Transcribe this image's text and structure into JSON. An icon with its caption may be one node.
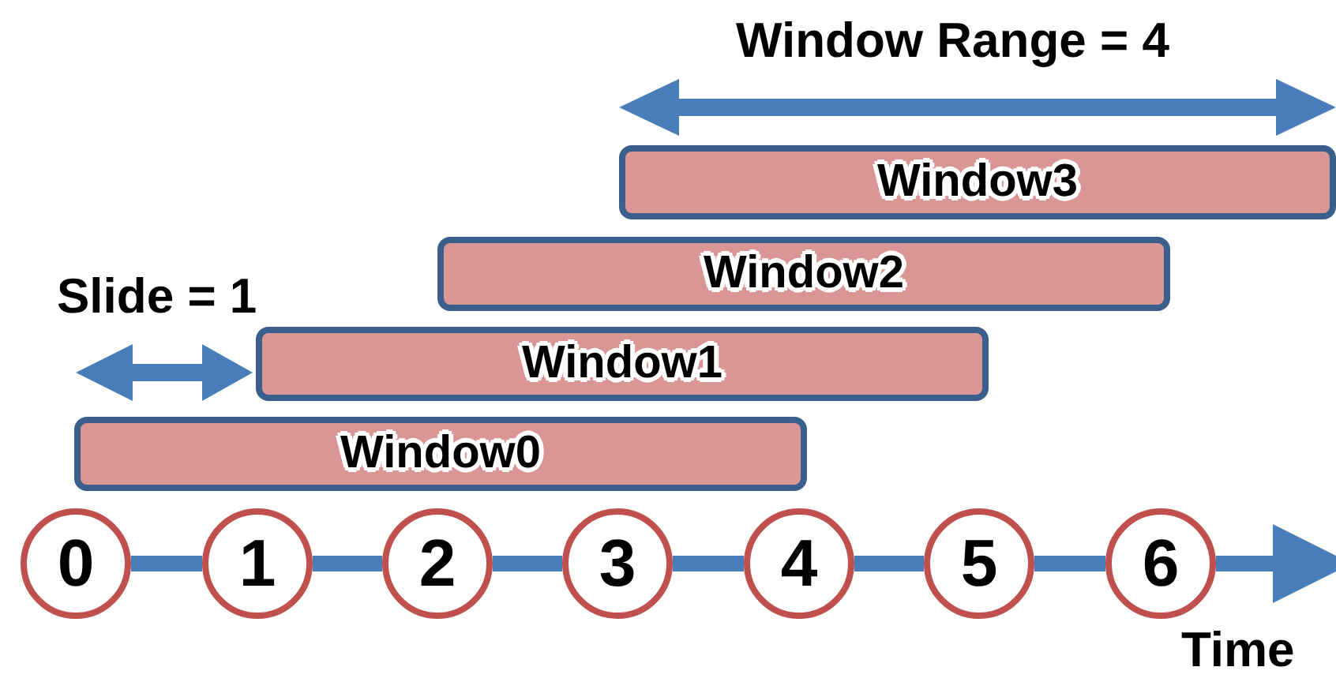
{
  "diagram": {
    "nodes": [
      {
        "text": [
          "Window3"
        ]
      },
      {
        "text": [
          "Window2"
        ]
      },
      {
        "text": [
          "Window1"
        ]
      },
      {
        "text": [
          "Window0"
        ]
      },
      {
        "text": [
          "0"
        ]
      },
      {
        "text": [
          "1"
        ]
      },
      {
        "text": [
          "2"
        ]
      },
      {
        "text": [
          "3"
        ]
      },
      {
        "text": [
          "4"
        ]
      },
      {
        "text": [
          "5"
        ]
      },
      {
        "text": [
          "6"
        ]
      }
    ],
    "edges": [
      {
        "from": 4,
        "to": 5,
        "arrow": "none"
      },
      {
        "from": 5,
        "to": 6,
        "arrow": "none"
      },
      {
        "from": 6,
        "to": 7,
        "arrow": "none"
      },
      {
        "from": 7,
        "to": 8,
        "arrow": "none"
      },
      {
        "from": 8,
        "to": 9,
        "arrow": "none"
      },
      {
        "from": 9,
        "to": 10,
        "arrow": "none"
      },
      {
        "from": 10,
        "to": null,
        "arrow": "to"
      }
    ],
    "labels": [
      "Window Range = 4",
      "Slide = 1",
      "Time"
    ]
  }
}
